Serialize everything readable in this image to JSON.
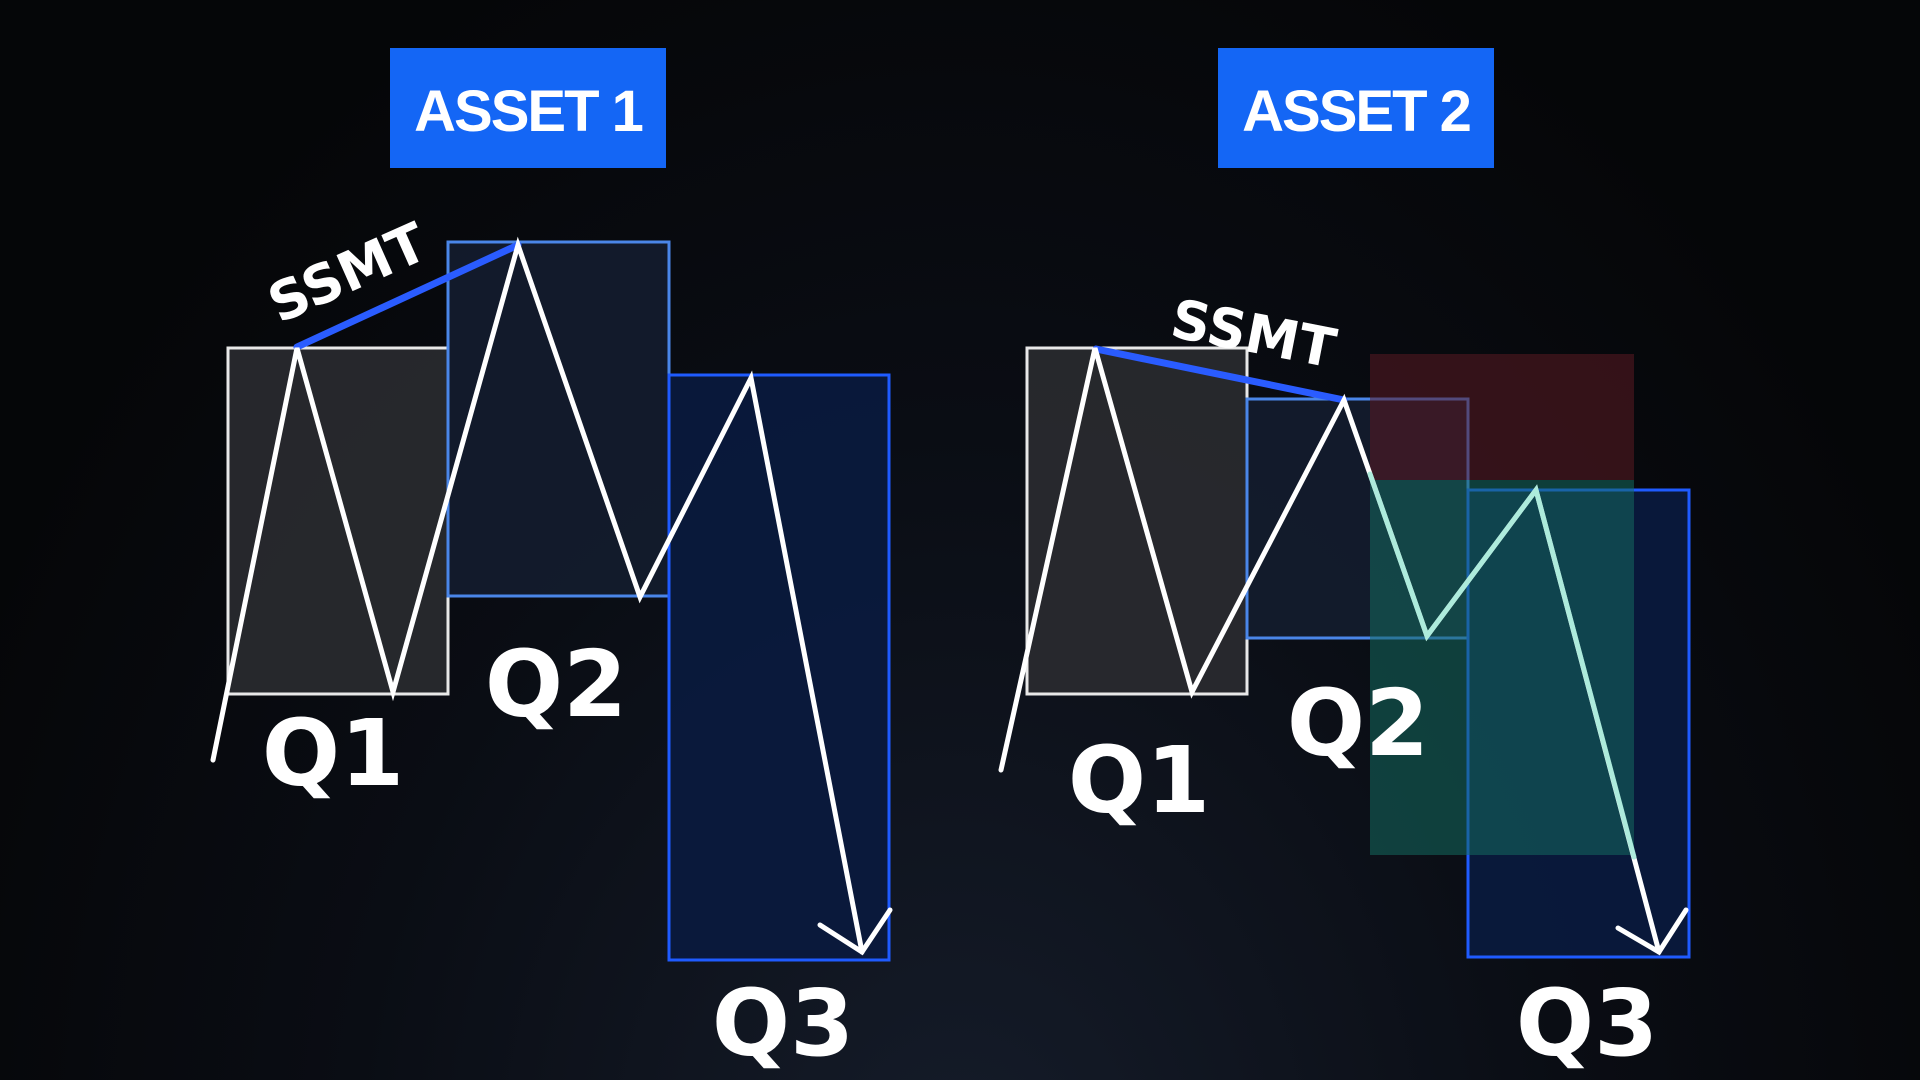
{
  "panels": [
    {
      "badge": "ASSET 1",
      "ssmt": "SSMT",
      "quarters": [
        "Q1",
        "Q2",
        "Q3"
      ]
    },
    {
      "badge": "ASSET 2",
      "ssmt": "SSMT",
      "quarters": [
        "Q1",
        "Q2",
        "Q3"
      ]
    }
  ],
  "colors": {
    "background": "#050608",
    "badge": "#1466f5",
    "ssmt_line": "#2a5cff",
    "q1_box": "#2a2b30",
    "q2_box": "#141c2e",
    "q3_box": "#0a1a3e",
    "q2_border": "#4a86e8",
    "q3_border": "#1f5bff",
    "stop_zone": "#3a1418",
    "target_zone": "#0e4a44",
    "path": "#ffffff"
  }
}
